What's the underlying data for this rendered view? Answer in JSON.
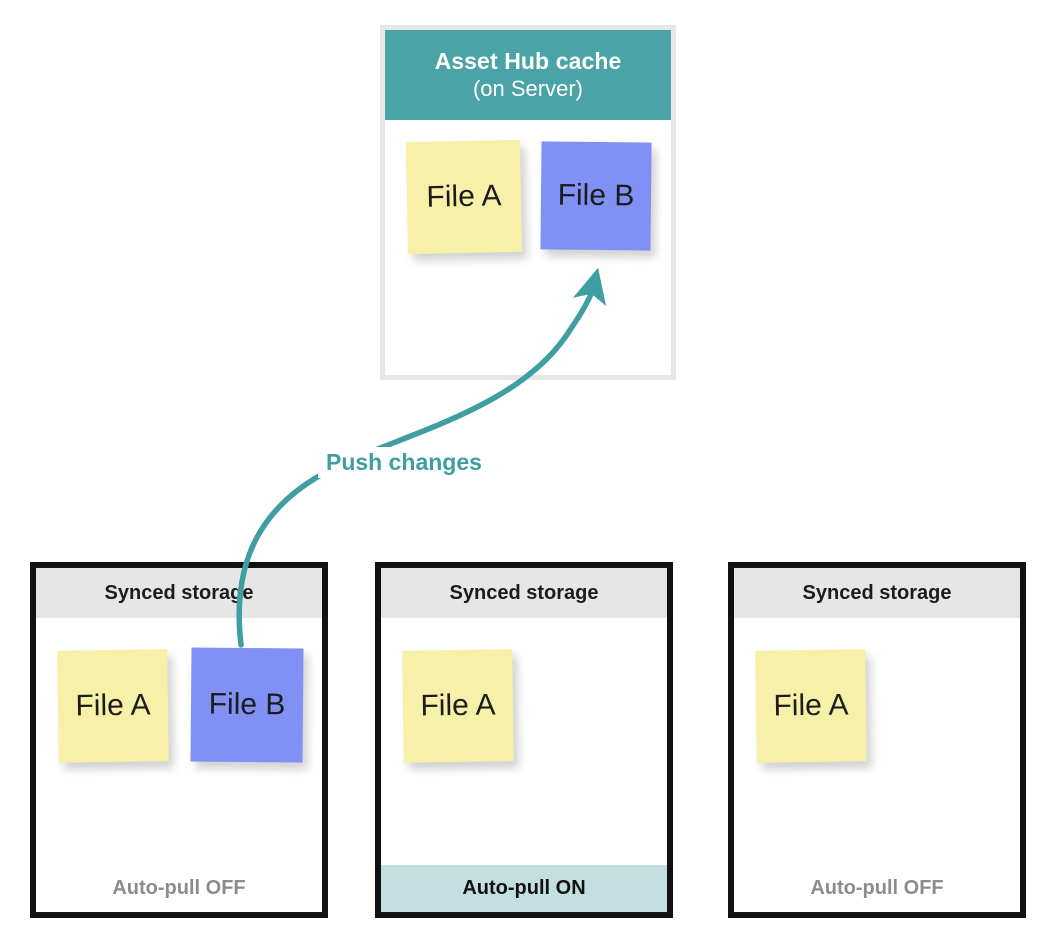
{
  "server": {
    "title": "Asset Hub cache",
    "subtitle": "(on Server)",
    "header_color": "#4aa3a6",
    "frame_color": "#e7e7e7",
    "files": [
      {
        "label": "File A",
        "color": "#f7f0a8"
      },
      {
        "label": "File B",
        "color": "#8190f5"
      }
    ]
  },
  "arrow": {
    "label": "Push changes",
    "color": "#3f9ea2"
  },
  "clients": [
    {
      "header": "Synced storage",
      "files": [
        {
          "label": "File A",
          "color": "#f7f0a8"
        },
        {
          "label": "File B",
          "color": "#8190f5"
        }
      ],
      "footer": "Auto-pull OFF",
      "footer_state": "off"
    },
    {
      "header": "Synced storage",
      "files": [
        {
          "label": "File A",
          "color": "#f7f0a8"
        }
      ],
      "footer": "Auto-pull ON",
      "footer_state": "on"
    },
    {
      "header": "Synced storage",
      "files": [
        {
          "label": "File A",
          "color": "#f7f0a8"
        }
      ],
      "footer": "Auto-pull OFF",
      "footer_state": "off"
    }
  ],
  "colors": {
    "teal": "#4aa3a6",
    "teal_text": "#3f9ea2",
    "teal_band": "#c3dfe0",
    "note_yellow": "#f7f0a8",
    "note_blue": "#8190f5",
    "header_gray": "#e6e6e6",
    "muted_gray": "#8c8c8c",
    "border_black": "#111111"
  }
}
